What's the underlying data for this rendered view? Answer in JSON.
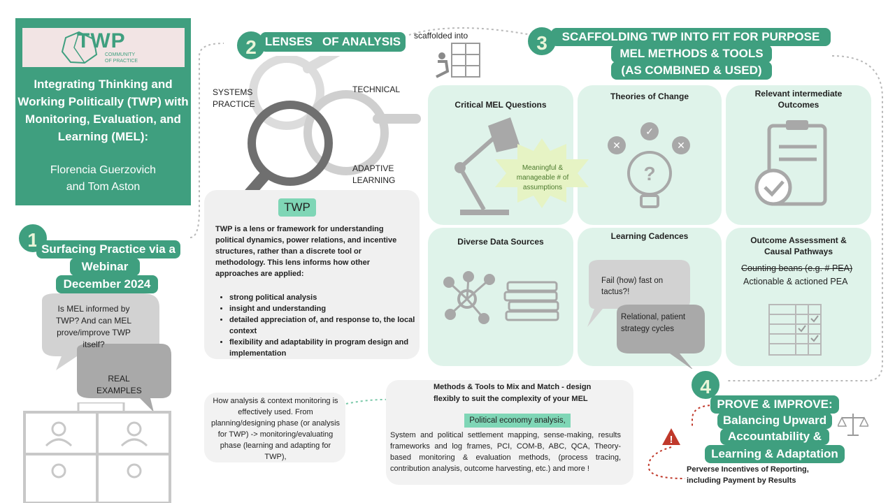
{
  "logo": {
    "name": "TWP",
    "subtitle": "COMMUNITY\nOF PRACTICE"
  },
  "title": "Integrating Thinking and Working Politically (TWP) with Monitoring, Evaluation, and Learning (MEL):",
  "authors": [
    "Florencia Guerzovich",
    "and Tom Aston"
  ],
  "step1": {
    "number": "1",
    "label_lines": [
      "Surfacing Practice via a",
      "Webinar",
      "December 2024"
    ],
    "bubble1": "Is MEL  informed by TWP? And can MEL prove/improve TWP itself?",
    "bubble2": "REAL EXAMPLES"
  },
  "step2": {
    "number": "2",
    "label": "LENSES   OF ANALYSIS",
    "lens_systems": "SYSTEMS PRACTICE",
    "lens_technical": "TECHNICAL",
    "lens_adaptive": "ADAPTIVE LEARNING",
    "twp_tag": "TWP",
    "twp_desc": "TWP is a  lens or framework for understanding political dynamics, power relations, and incentive structures, rather than a discrete tool or methodology. This lens informs how other approaches are applied:",
    "bullets": [
      "strong political analysis",
      "insight and understanding",
      "detailed appreciation of, and response to, the local context",
      "flexibility and adaptability in program design and implementation"
    ]
  },
  "scaffolded": "scaffolded into",
  "step3": {
    "number": "3",
    "label_lines": [
      "SCAFFOLDING TWP INTO FIT FOR PURPOSE",
      "MEL METHODS & TOOLS",
      "(AS COMBINED & USED)"
    ],
    "cards": {
      "critical": "Critical MEL Questions",
      "toc": "Theories of Change",
      "outcomes": "Relevant intermediate Outcomes",
      "data": "Diverse Data Sources",
      "cadence": "Learning Cadences",
      "assessment": "Outcome  Assessment  & Causal Pathways"
    },
    "starburst": "Meaningful & manageable # of assumptions",
    "fail": "Fail (how) fast on tactus?!",
    "relational": "Relational, patient strategy cycles",
    "beans": "Counting beans (e.g. # PEA)",
    "actionable": "Actionable & actioned PEA"
  },
  "context_note": "How analysis & context monitoring is  effectively used. From planning/designing phase (or analysis for TWP) -> monitoring/evaluating phase (learning and adapting for TWP),",
  "methods": {
    "heading": "Methods  & Tools to Mix and Match  - design flexibly to suit the complexity of your MEL",
    "highlight": "Political economy analysis,",
    "body": "System and political settlement mapping, sense-making, results frameworks and log frames, PCI, COM-B, ABC, QCA, Theory-based monitoring & evaluation methods, (process tracing, contribution analysis, outcome harvesting, etc.) and more !"
  },
  "step4": {
    "number": "4",
    "label_lines": [
      "PROVE & IMPROVE:",
      "Balancing Upward",
      "Accountability &",
      "Learning & Adaptation"
    ],
    "perverse": "Perverse Incentives  of Reporting, including  Payment by Results"
  },
  "colors": {
    "brand": "#3f9f7f",
    "card": "#dff3ea",
    "warning": "#c0392b"
  }
}
